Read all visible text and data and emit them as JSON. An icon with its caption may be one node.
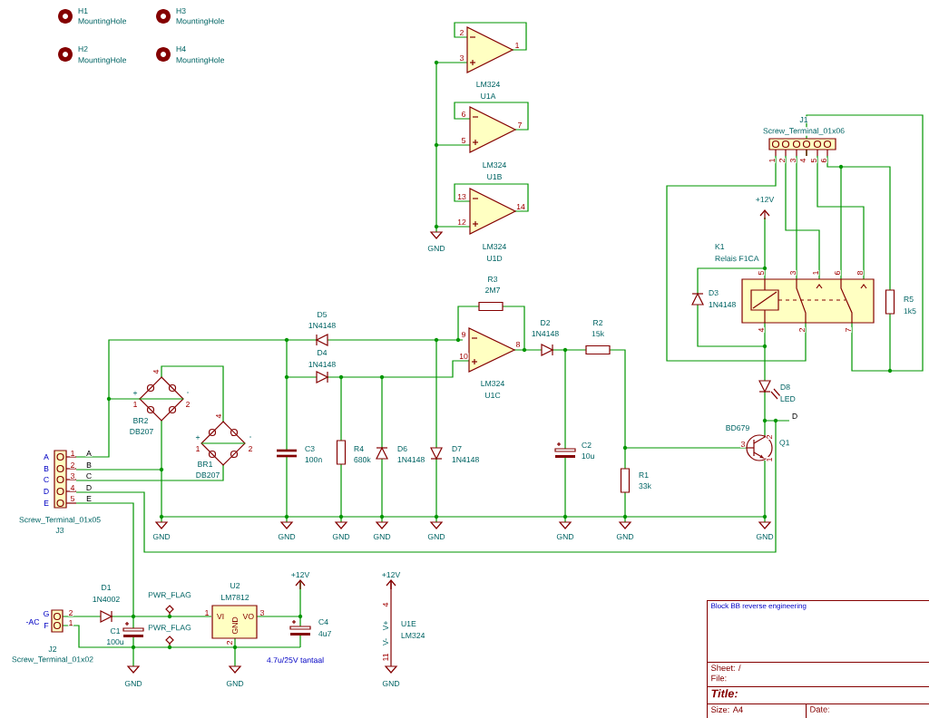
{
  "diagram": {
    "nodes": [
      {
        "text": [
          "Block BB reverse engineering"
        ]
      },
      {
        "text": [
          "Sheet: /",
          "File:"
        ]
      },
      {
        "text": [
          "Title:"
        ]
      },
      {
        "text": [
          "Size: A4"
        ]
      },
      {
        "text": [
          "Date:"
        ]
      },
      {
        "text": [
          "VI",
          "GND",
          "VO"
        ],
        "beside": [
          "U2",
          "LM7812",
          "1",
          "3",
          "2"
        ]
      }
    ],
    "labels": [
      "H1",
      "MountingHole",
      "H3",
      "MountingHole",
      "H2",
      "MountingHole",
      "H4",
      "MountingHole",
      "2",
      "3",
      "1",
      "LM324",
      "U1A",
      "6",
      "5",
      "7",
      "LM324",
      "U1B",
      "13",
      "12",
      "14",
      "GND",
      "LM324",
      "U1D",
      "J1",
      "Screw_Terminal_01x06",
      "1",
      "2",
      "3",
      "4",
      "5",
      "6",
      "+12V",
      "K1",
      "Relais F1CA",
      "5",
      "3",
      "1",
      "6",
      "8",
      "D3",
      "1N4148",
      "R5",
      "1k5",
      "4",
      "2",
      "7",
      "R3",
      "2M7",
      "D5",
      "1N4148",
      "D2",
      "R2",
      "9",
      "1N4148",
      "15k",
      "8",
      "D4",
      "1N4148",
      "10",
      "LM324",
      "U1C",
      "D8",
      "LED",
      "4",
      "+",
      "1",
      "-",
      "2",
      "D",
      "BR2",
      "DB207",
      "4",
      "BD679",
      "+",
      "-",
      "2",
      "3",
      "Q1",
      "1",
      "2",
      "C2",
      "10u",
      "C3",
      "100n",
      "R4",
      "680k",
      "D6",
      "1N4148",
      "D7",
      "1N4148",
      "A",
      "1",
      "A",
      "B",
      "2",
      "B",
      "1",
      "BR1",
      "DB207",
      "C",
      "3",
      "C",
      "R1",
      "33k",
      "D",
      "4",
      "D",
      "E",
      "5",
      "E",
      "Screw_Terminal_01x05",
      "J3",
      "GND",
      "GND",
      "GND",
      "GND",
      "GND",
      "GND",
      "GND",
      "GND",
      "+12V",
      "+12V",
      "D1",
      "1N4002",
      "PWR_FLAG",
      "4",
      "G",
      "2",
      "-AC",
      "F",
      "1",
      "C4",
      "V+",
      "U1E",
      "C1",
      "PWR_FLAG",
      "4u7",
      "LM324",
      "100u",
      "V-",
      "J2",
      "Screw_Terminal_01x02",
      "4.7u/25V tantaal",
      "11",
      "GND",
      "GND",
      "GND"
    ]
  }
}
